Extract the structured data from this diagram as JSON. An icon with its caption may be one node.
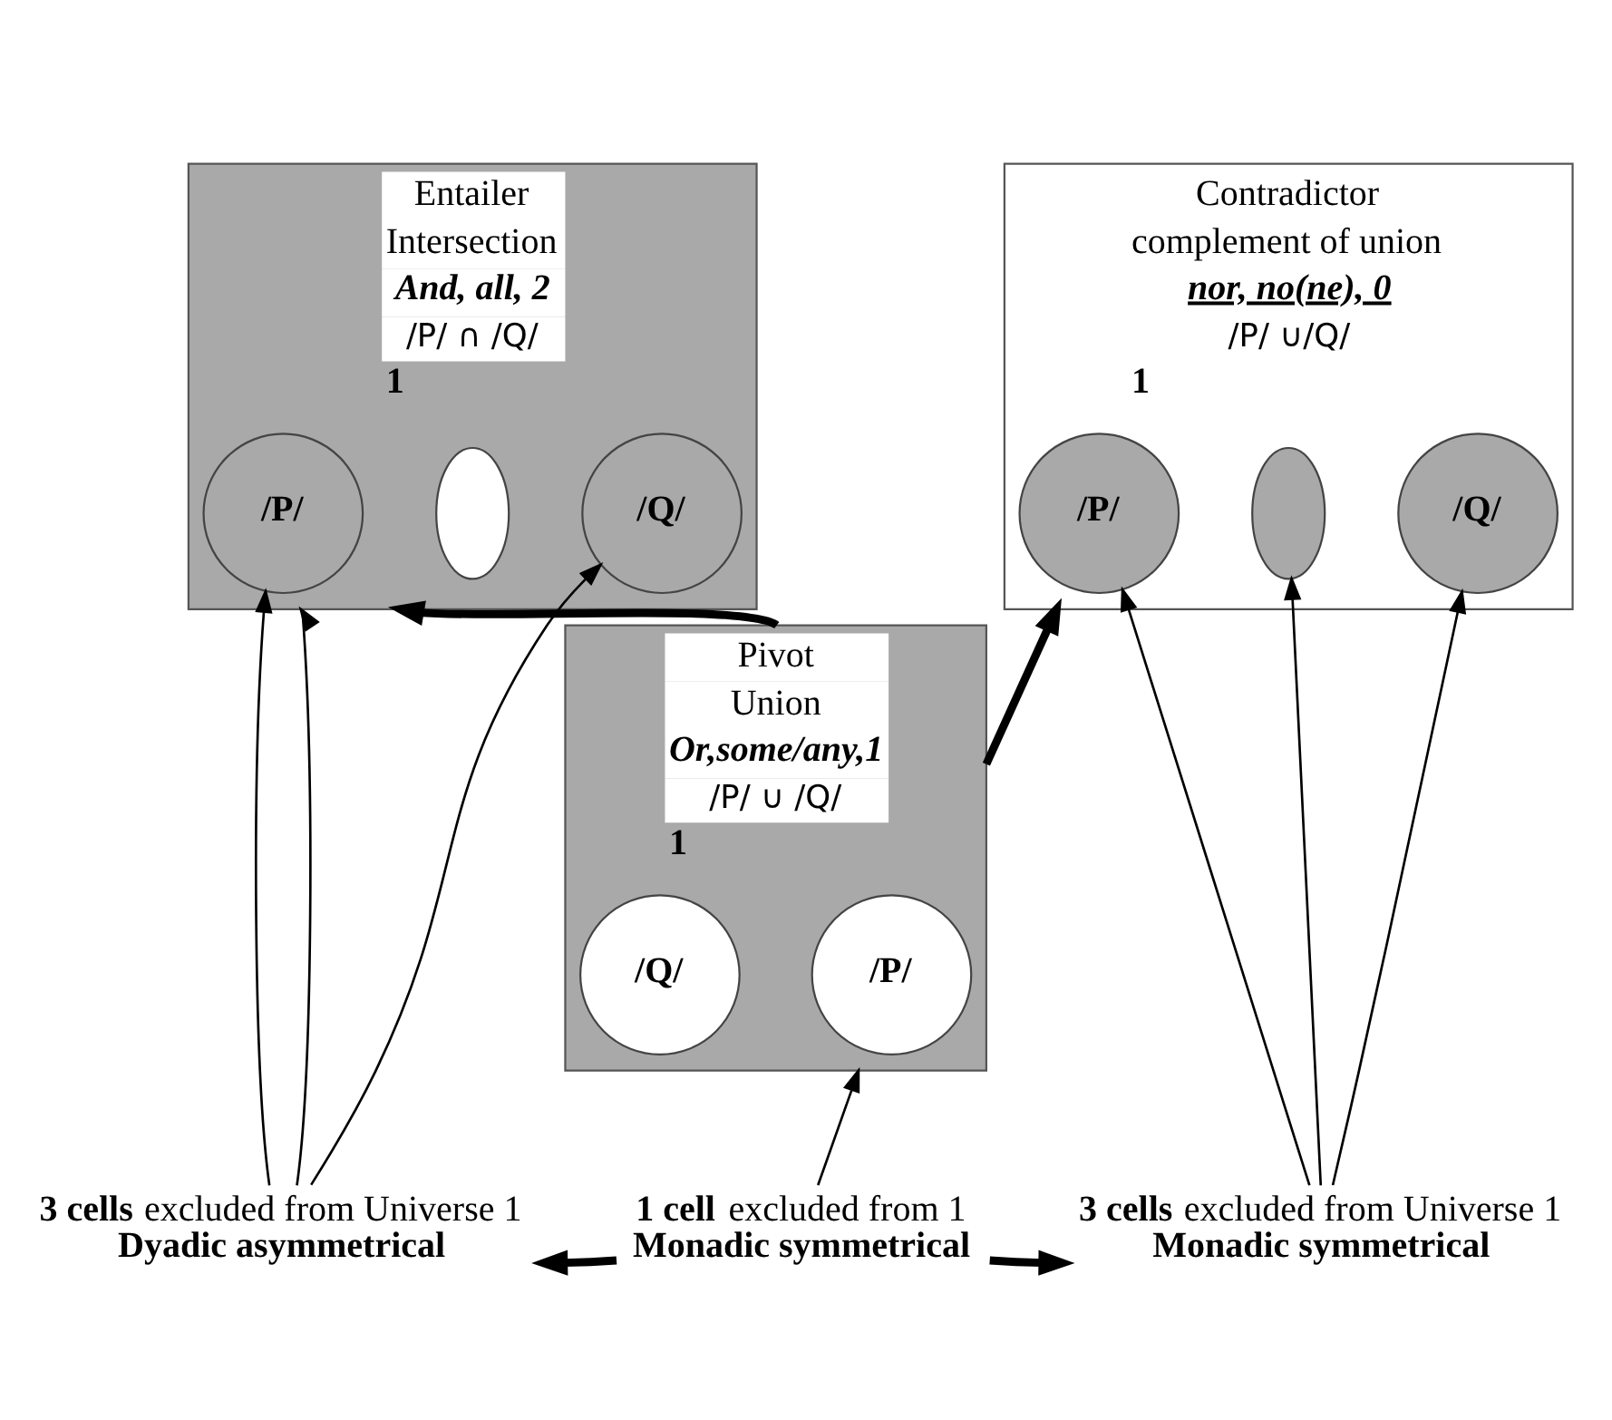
{
  "diagram": {
    "nodes": [
      {
        "text": [
          "Entailer",
          "Intersection",
          "And, all, 2",
          "/P/ ∩ /Q/",
          "1"
        ]
      },
      {
        "text": [
          "/P/"
        ],
        "in": 0
      },
      {
        "text": [],
        "shape": "lens",
        "in": 0
      },
      {
        "text": [
          "/Q/"
        ],
        "in": 0
      },
      {
        "text": [
          "Pivot",
          "Union",
          "Or,some/any,1",
          "/P/ ∪ /Q/",
          "1"
        ]
      },
      {
        "text": [
          "/P/"
        ],
        "in": 4
      },
      {
        "text": [
          "/Q/"
        ],
        "in": 4
      },
      {
        "text": [
          "Contradictor",
          "complement of union",
          "nor, no(ne), 0",
          "/P/ ∪/Q/",
          "1"
        ]
      },
      {
        "text": [
          "/P/"
        ],
        "in": 7
      },
      {
        "text": [],
        "shape": "lens",
        "in": 7
      },
      {
        "text": [
          "/Q/"
        ],
        "in": 7
      },
      {
        "text": [
          "**3 cells** excluded from Universe 1",
          "Dyadic asymmetrical"
        ]
      },
      {
        "text": [
          "**1 cell** excluded from 1",
          "Monadic symmetrical"
        ]
      },
      {
        "text": [
          "**3 cells** excluded from Universe 1",
          "Monadic symmetrical"
        ]
      }
    ],
    "edges": [
      {
        "from": 11,
        "to": 1,
        "arrow": "to"
      },
      {
        "from": 11,
        "to": 0,
        "arrow": "to"
      },
      {
        "from": 11,
        "to": 3,
        "arrow": "to"
      },
      {
        "from": 4,
        "to": 0,
        "arrow": "to",
        "style": "thick"
      },
      {
        "from": 4,
        "to": 7,
        "arrow": "to",
        "style": "thick"
      },
      {
        "from": 12,
        "to": 4,
        "arrow": "to"
      },
      {
        "from": 13,
        "to": 8,
        "arrow": "to"
      },
      {
        "from": 13,
        "to": 9,
        "arrow": "to"
      },
      {
        "from": 13,
        "to": 10,
        "arrow": "to"
      },
      {
        "from": 12,
        "to": 11,
        "arrow": "to",
        "style": "thick"
      },
      {
        "from": 12,
        "to": 13,
        "arrow": "to",
        "style": "thick"
      }
    ]
  }
}
